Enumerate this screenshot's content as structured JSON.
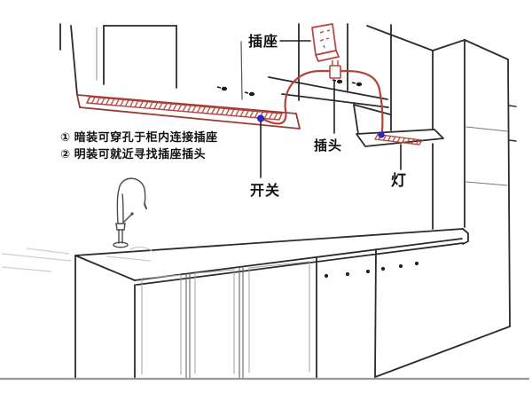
{
  "diagram": {
    "type": "kitchen-undercabinet-wiring-illustration",
    "labels": {
      "socket": "插座",
      "plug": "插头",
      "switch": "开关",
      "lamp": "灯"
    },
    "notes": {
      "line1": "① 暗装可穿孔于柜内连接插座",
      "line2": "② 明装可就近寻找插座插头"
    },
    "colors": {
      "outline": "#2b2b2b",
      "wire": "#b5433b",
      "strip_border": "#993b32",
      "switch_dot": "#2a2acc",
      "floor_line": "#999999",
      "text": "#111111",
      "background": "#ffffff"
    }
  }
}
